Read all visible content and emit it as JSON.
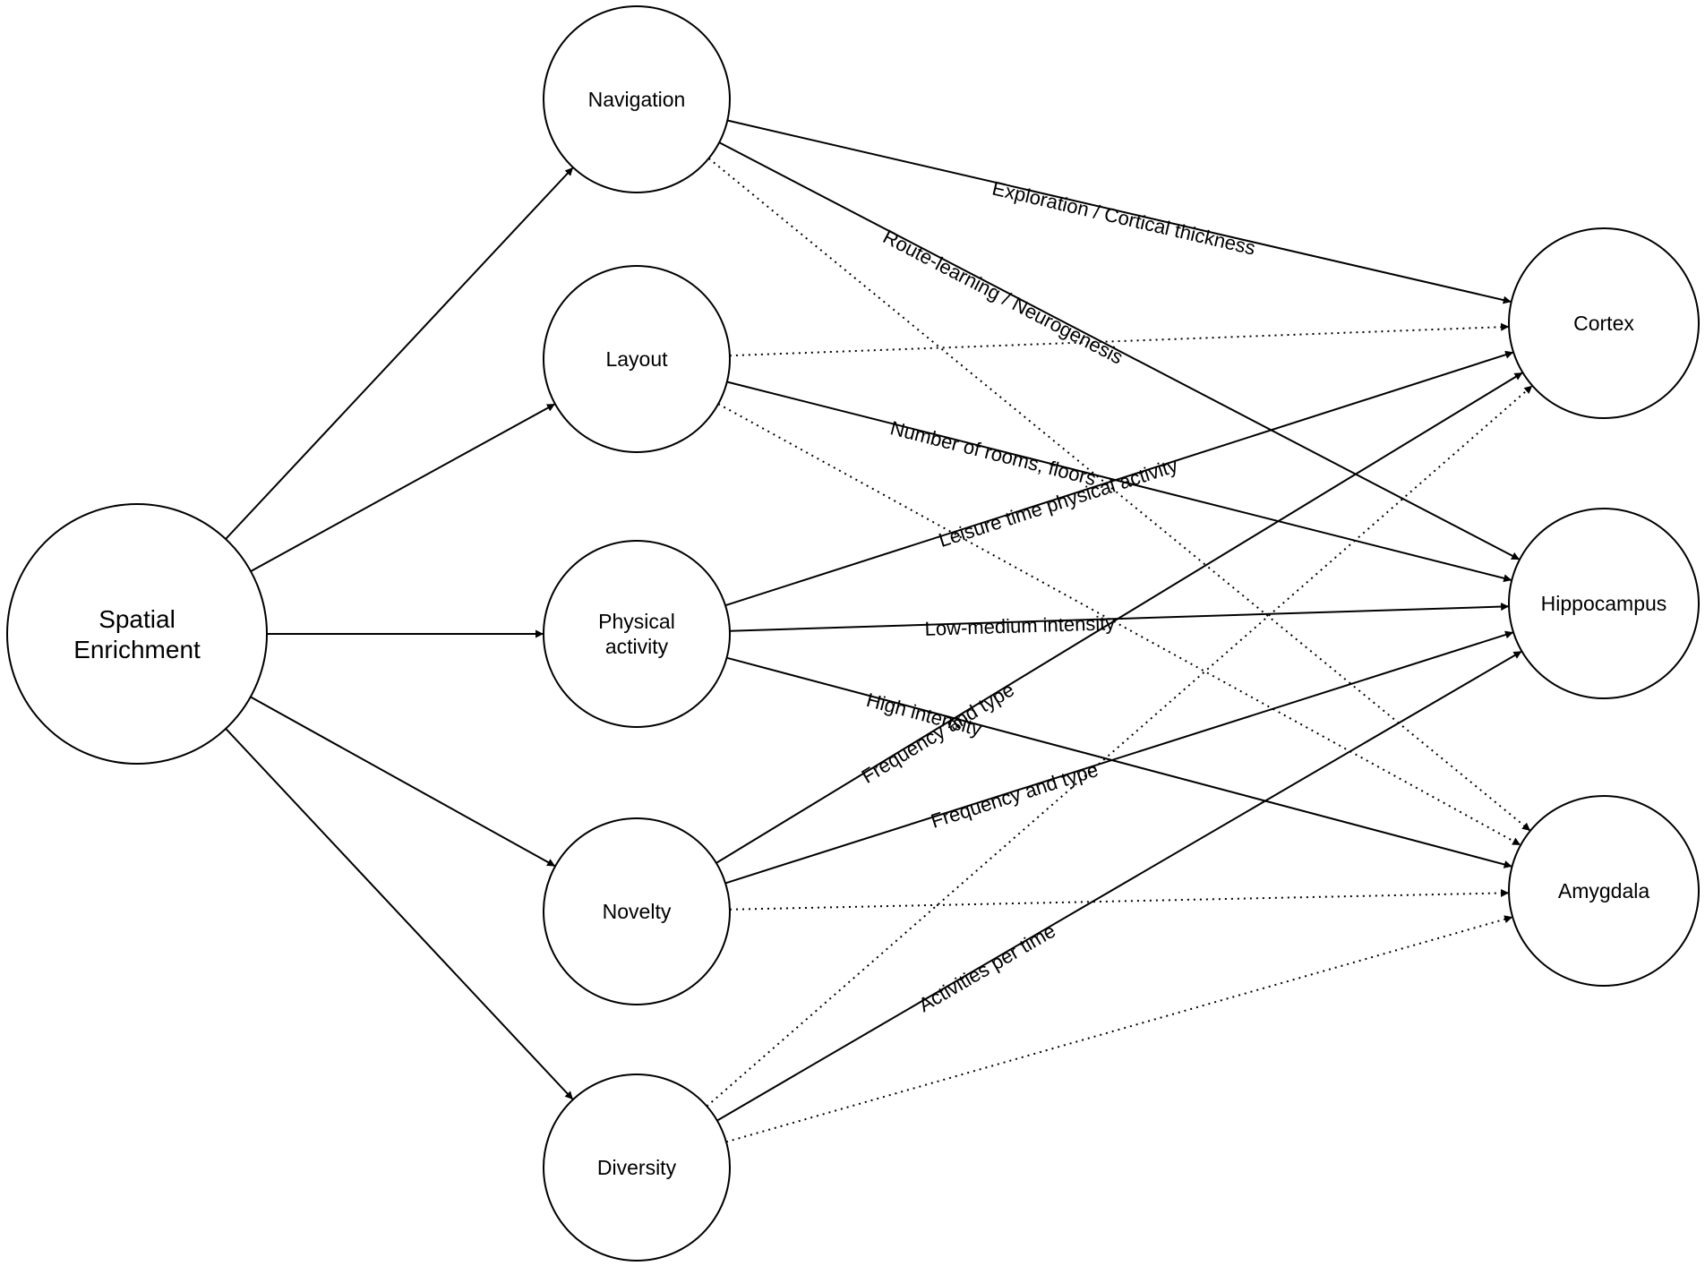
{
  "nodes": {
    "spatial_enrichment": {
      "lines": [
        "Spatial",
        "Enrichment"
      ]
    },
    "navigation": {
      "lines": [
        "Navigation"
      ]
    },
    "layout": {
      "lines": [
        "Layout"
      ]
    },
    "physical_activity": {
      "lines": [
        "Physical",
        "activity"
      ]
    },
    "novelty": {
      "lines": [
        "Novelty"
      ]
    },
    "diversity": {
      "lines": [
        "Diversity"
      ]
    },
    "cortex": {
      "lines": [
        "Cortex"
      ]
    },
    "hippocampus": {
      "lines": [
        "Hippocampus"
      ]
    },
    "amygdala": {
      "lines": [
        "Amygdala"
      ]
    }
  },
  "edges": [
    {
      "from": "spatial_enrichment",
      "to": "navigation",
      "style": "solid"
    },
    {
      "from": "spatial_enrichment",
      "to": "layout",
      "style": "solid"
    },
    {
      "from": "spatial_enrichment",
      "to": "physical_activity",
      "style": "solid"
    },
    {
      "from": "spatial_enrichment",
      "to": "novelty",
      "style": "solid"
    },
    {
      "from": "spatial_enrichment",
      "to": "diversity",
      "style": "solid"
    },
    {
      "from": "navigation",
      "to": "cortex",
      "style": "solid",
      "label": "Exploration / Cortical thickness"
    },
    {
      "from": "navigation",
      "to": "hippocampus",
      "style": "solid",
      "label": "Route-learning / Neurogenesis"
    },
    {
      "from": "navigation",
      "to": "amygdala",
      "style": "dotted"
    },
    {
      "from": "layout",
      "to": "cortex",
      "style": "dotted"
    },
    {
      "from": "layout",
      "to": "hippocampus",
      "style": "solid",
      "label": "Number of rooms, floors"
    },
    {
      "from": "layout",
      "to": "amygdala",
      "style": "dotted"
    },
    {
      "from": "physical_activity",
      "to": "cortex",
      "style": "solid",
      "label": "Leisure time physical activity"
    },
    {
      "from": "physical_activity",
      "to": "hippocampus",
      "style": "solid",
      "label": "Low-medium intensity"
    },
    {
      "from": "physical_activity",
      "to": "amygdala",
      "style": "solid",
      "label": "High intensity"
    },
    {
      "from": "novelty",
      "to": "cortex",
      "style": "solid",
      "label": "Frequency and type"
    },
    {
      "from": "novelty",
      "to": "hippocampus",
      "style": "solid",
      "label": "Frequency and type"
    },
    {
      "from": "novelty",
      "to": "amygdala",
      "style": "dotted"
    },
    {
      "from": "diversity",
      "to": "cortex",
      "style": "dotted"
    },
    {
      "from": "diversity",
      "to": "hippocampus",
      "style": "solid",
      "label": "Activities per time"
    },
    {
      "from": "diversity",
      "to": "amygdala",
      "style": "dotted"
    }
  ]
}
